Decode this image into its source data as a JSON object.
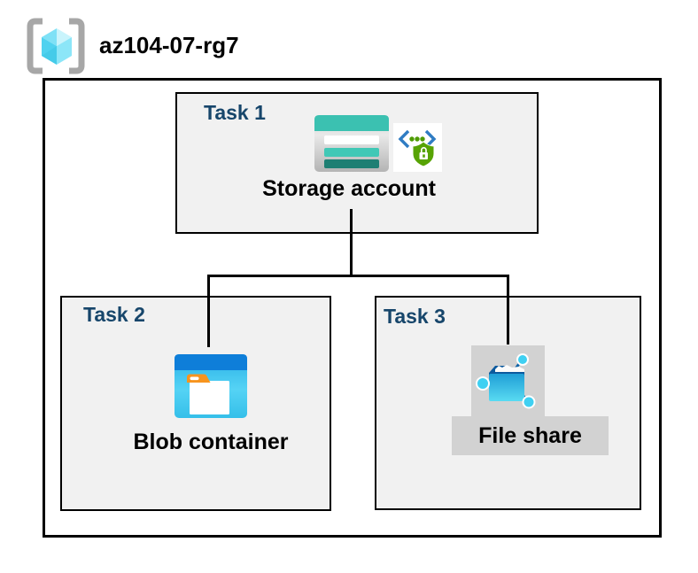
{
  "diagram": {
    "resource_group": {
      "name": "az104-07-rg7"
    },
    "tasks": [
      {
        "label": "Task 1",
        "resource": "Storage account"
      },
      {
        "label": "Task 2",
        "resource": "Blob container"
      },
      {
        "label": "Task 3",
        "resource": "File share"
      }
    ],
    "connections": [
      {
        "from": "Storage account",
        "to": "Blob container"
      },
      {
        "from": "Storage account",
        "to": "File share"
      }
    ],
    "icons": {
      "header": "resource-group-icon",
      "task1": [
        "storage-account-icon",
        "secured-endpoint-icon"
      ],
      "task2": [
        "blob-container-icon"
      ],
      "task3": [
        "file-share-icon"
      ]
    },
    "colors": {
      "task_label_navy": "#17466b",
      "box_fill": "#f1f1f1",
      "highlight_gray": "#d2d2d2",
      "connector_black": "#000000",
      "storage_teal": "#3bc1b1",
      "storage_teal_light": "#41c8b6",
      "storage_teal_dark": "#1e7f73",
      "blob_bar_blue": "#0e7ed9",
      "blob_body_cyan": "#3ec6ee",
      "folder_tab_orange": "#f7941e",
      "file_share_cyan": "#3fd0f2",
      "file_share_dark_blue": "#0f63a8",
      "endpoint_green": "#57a304",
      "endpoint_blue": "#2f7cc3",
      "cube_cyan": "#50d2ef",
      "bracket_gray": "#a7a7a7"
    }
  }
}
